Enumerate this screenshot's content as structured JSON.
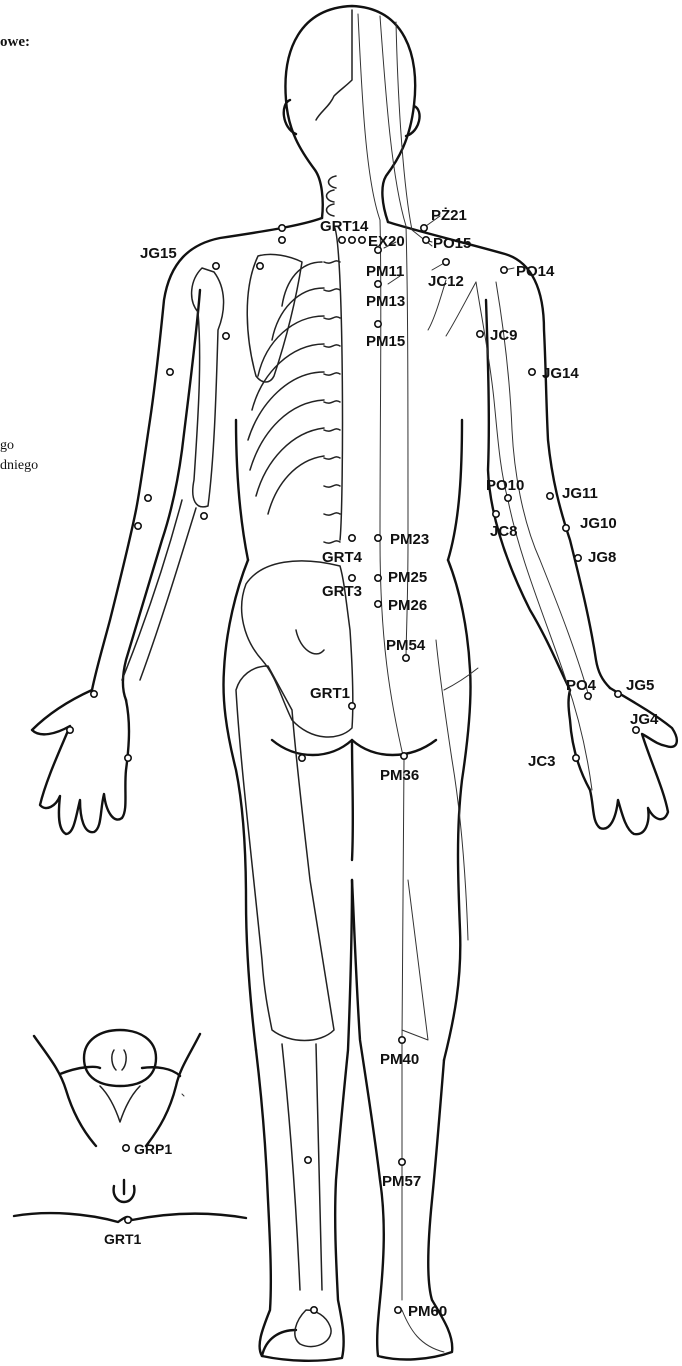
{
  "header": {
    "title_fragment": "owe:",
    "legend_line1": "go",
    "legend_line2": "dniego"
  },
  "points": {
    "pz21": "PŻ21",
    "grt14": "GRT14",
    "ex20": "EX20",
    "po15": "PO15",
    "jg15": "JG15",
    "pm11": "PM11",
    "jc12": "JC12",
    "po14": "PO14",
    "pm13": "PM13",
    "jc9": "JC9",
    "pm15": "PM15",
    "jg14": "JG14",
    "po10": "PO10",
    "jg11": "JG11",
    "jc8": "JC8",
    "jg10": "JG10",
    "pm23": "PM23",
    "jg8": "JG8",
    "grt4": "GRT4",
    "pm25": "PM25",
    "grt3": "GRT3",
    "pm26": "PM26",
    "pm54": "PM54",
    "po4": "PO4",
    "jg5": "JG5",
    "grt1": "GRT1",
    "jg4": "JG4",
    "jc3": "JC3",
    "pm36": "PM36",
    "pm40": "PM40",
    "pm57": "PM57",
    "pm60": "PM60"
  },
  "inset": {
    "grp1": "GRP1",
    "grt1": "GRT1"
  }
}
